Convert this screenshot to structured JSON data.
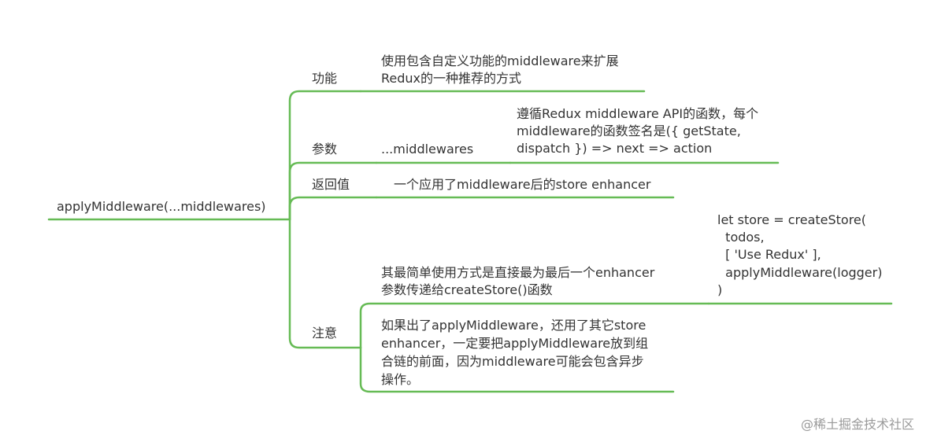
{
  "root": {
    "label": "applyMiddleware(...middlewares)"
  },
  "branches": {
    "function": {
      "label": "功能",
      "desc_line1": "使用包含自定义功能的middleware来扩展",
      "desc_line2": "Redux的一种推荐的方式"
    },
    "params": {
      "label": "参数",
      "child": "...middlewares",
      "desc_line1": "遵循Redux middleware API的函数，每个",
      "desc_line2": "middleware的函数签名是({ getState,",
      "desc_line3": "dispatch }) => next => action"
    },
    "return_value": {
      "label": "返回值",
      "desc": "一个应用了middleware后的store enhancer"
    },
    "notes": {
      "label": "注意",
      "note1_line1": "其最简单使用方式是直接最为最后一个enhancer",
      "note1_line2": "参数传递给createStore()函数",
      "code_line1": "let store = createStore(",
      "code_line2": "  todos,",
      "code_line3": "  [ 'Use Redux' ],",
      "code_line4": "  applyMiddleware(logger)",
      "code_line5": ")",
      "note2_line1": "如果出了applyMiddleware，还用了其它store",
      "note2_line2": "enhancer，一定要把applyMiddleware放到组",
      "note2_line3": "合链的前面，因为middleware可能会包含异步",
      "note2_line4": "操作。"
    }
  },
  "watermark": "@稀土掘金技术社区",
  "colors": {
    "line": "#66bb55",
    "text": "#333333"
  }
}
